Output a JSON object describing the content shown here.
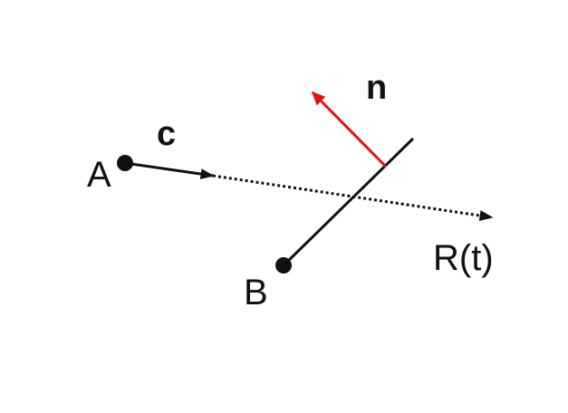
{
  "labels": {
    "point_a": "A",
    "point_b": "B",
    "vector_c": "c",
    "normal_n": "n",
    "ray": "R(t)"
  },
  "colors": {
    "ink": "#111111",
    "normal": "#e01515",
    "background": "#ffffff"
  }
}
